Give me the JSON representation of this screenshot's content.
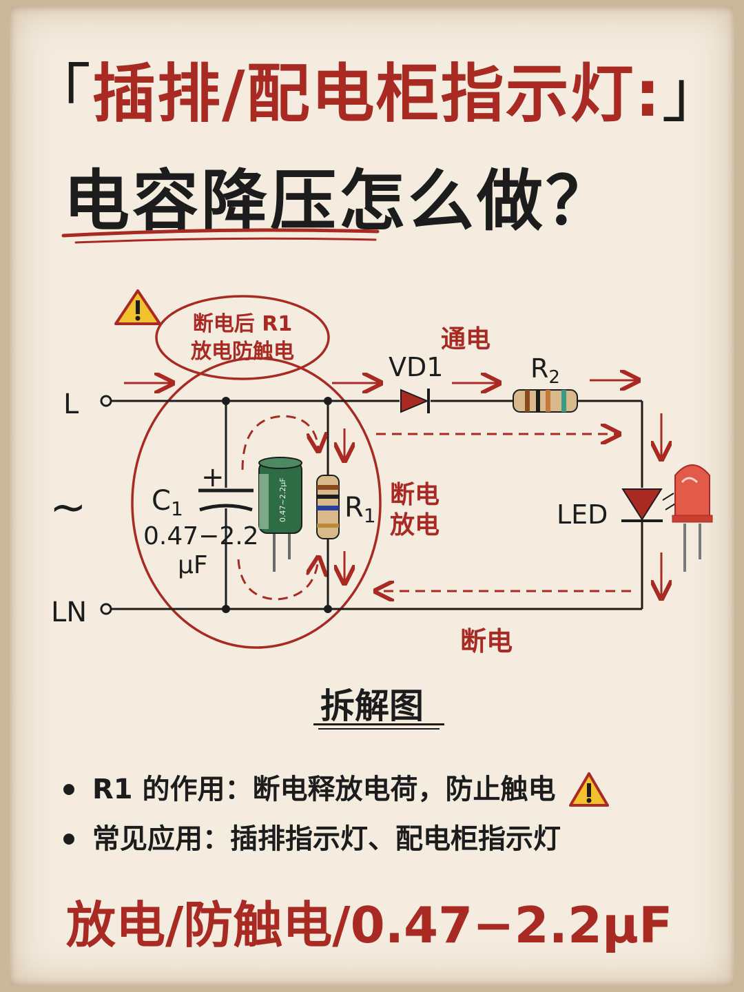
{
  "title": {
    "open_bracket": "「",
    "line1": "插排/配电柜指示灯:",
    "close_bracket": "」",
    "line2": "电容降压怎么做？"
  },
  "diagram": {
    "label_L": "L",
    "label_LN": "LN",
    "label_ac": "~",
    "warning_bubble": [
      "断电后 R1",
      "放电防触电"
    ],
    "label_vd1": "VD1",
    "label_tongdian": "通电",
    "label_r2": "R",
    "label_r2_sub": "2",
    "label_c1": "C",
    "label_c1_sub": "1",
    "label_plus": "+",
    "label_c1_value": "0.47−2.2",
    "label_c1_unit": "μF",
    "capacitor_print": "0.47~2.2μF",
    "label_r1": "R",
    "label_r1_sub": "1",
    "label_discharge": [
      "断电",
      "放电"
    ],
    "label_led": "LED",
    "label_duandian": "断电"
  },
  "caption": "拆解图",
  "bullets": [
    "R1 的作用：断电释放电荷，防止触电",
    "常见应用：插排指示灯、配电柜指示灯"
  ],
  "footer": "放电/防触电/0.47−2.2μF",
  "colors": {
    "accent_red": "#a82a22",
    "ink": "#1c1c1c",
    "paper": "#f3ecdf",
    "capacitor_green": "#2f6b45",
    "warning_yellow": "#f2c12e"
  },
  "icons": [
    "warning-icon",
    "capacitor-icon",
    "resistor-icon",
    "led-icon",
    "diode-icon"
  ]
}
